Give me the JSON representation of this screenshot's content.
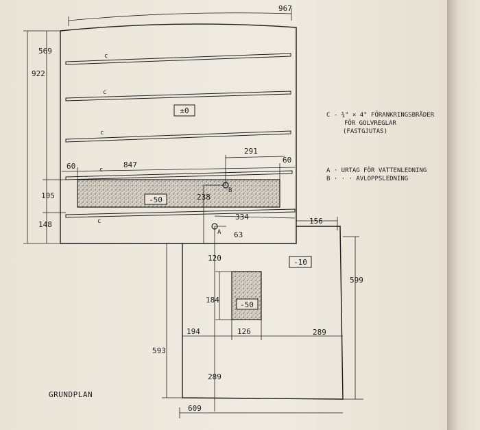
{
  "plan_title": "GRUNDPLAN",
  "dimensions": {
    "top_width": "967",
    "total_height": "922",
    "top_board_offset": "569",
    "lower_band": "105",
    "bottom_band": "148",
    "left_margin": "60",
    "middle_span": "847",
    "right_margin": "60",
    "pipe_b_offset": "291",
    "pipe_b_height": "238",
    "cutout_right": "334",
    "pipe_a_offset": "63",
    "extension_right": "156",
    "extension_height": "599",
    "lower_height": "593",
    "pit_top_offset": "120",
    "pit_height": "184",
    "pit_left_offset": "194",
    "pit_width": "126",
    "pit_right_offset": "289",
    "pit_bottom_offset": "289",
    "lower_width": "609"
  },
  "level_markers": {
    "floor": "±0",
    "main_pit": "-50",
    "extension": "-10",
    "small_pit": "-50"
  },
  "board_labels": [
    "c",
    "c",
    "c",
    "c",
    "c"
  ],
  "point_labels": {
    "a": "A",
    "b": "B"
  },
  "legend": {
    "c_line1": "C - ¾\" × 4\" FÖRANKRINGSBRÄDER",
    "c_line2": "FÖR GOLVREGLAR",
    "c_line3": "(FASTGJUTAS)",
    "a_line": "A · URTAG FÖR VATTENLEDNING",
    "b_line": "B ·   ·    · AVLOPPSLEDNING"
  },
  "colors": {
    "ink": "#1c1c1c",
    "paper": "#ebe5da"
  }
}
